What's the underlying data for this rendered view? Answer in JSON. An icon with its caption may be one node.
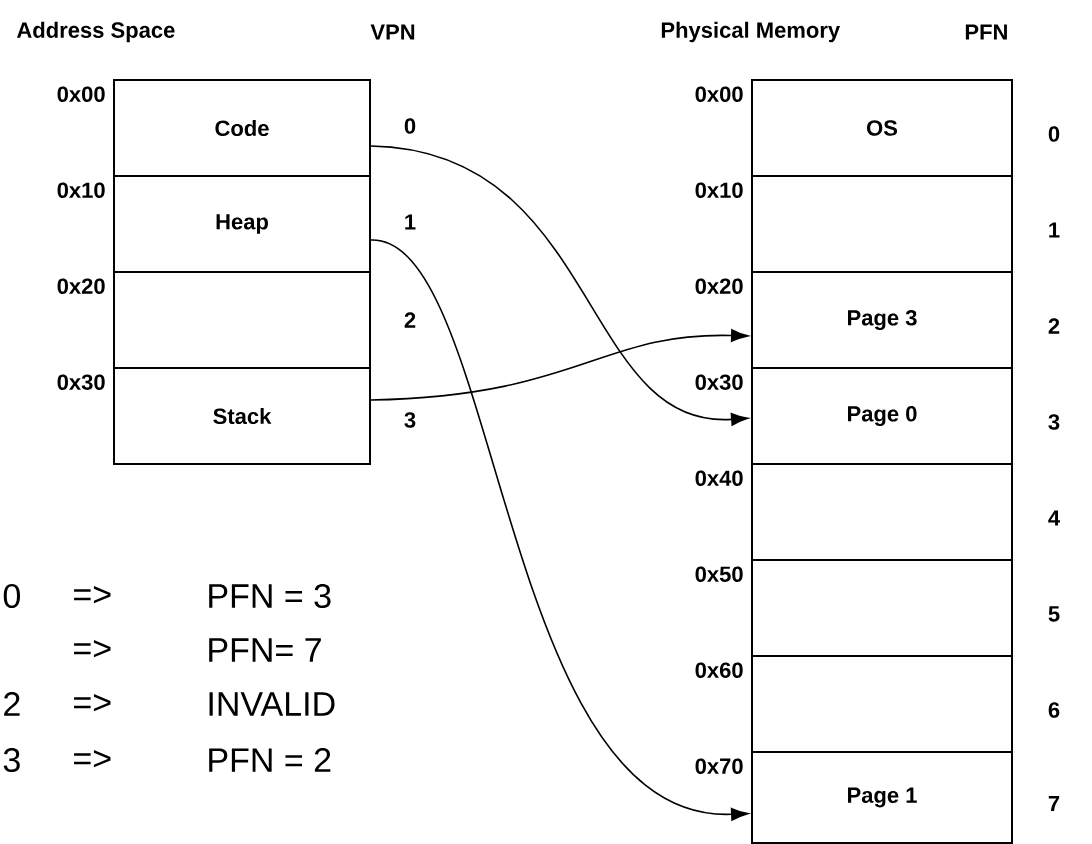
{
  "diagram": {
    "nodes": [
      {
        "text": [
          "Code"
        ],
        "beside": [
          "0x00",
          "0"
        ]
      },
      {
        "text": [
          "Heap"
        ],
        "beside": [
          "0x10",
          "1"
        ]
      },
      {
        "text": [],
        "shape": "box",
        "beside": [
          "0x20",
          "2"
        ]
      },
      {
        "text": [
          "Stack"
        ],
        "beside": [
          "0x30",
          "3"
        ]
      },
      {
        "text": [
          "OS"
        ],
        "beside": [
          "0x00",
          "0"
        ]
      },
      {
        "text": [],
        "shape": "box",
        "beside": [
          "0x10",
          "1"
        ]
      },
      {
        "text": [
          "Page 3"
        ],
        "beside": [
          "0x20",
          "2"
        ]
      },
      {
        "text": [
          "Page 0"
        ],
        "beside": [
          "0x30",
          "3"
        ]
      },
      {
        "text": [],
        "shape": "box",
        "beside": [
          "0x40",
          "4"
        ]
      },
      {
        "text": [],
        "shape": "box",
        "beside": [
          "0x50",
          "5"
        ]
      },
      {
        "text": [],
        "shape": "box",
        "beside": [
          "0x60",
          "6"
        ]
      },
      {
        "text": [
          "Page 1"
        ],
        "beside": [
          "0x70",
          "7"
        ]
      }
    ],
    "edges": [
      {
        "from": 0,
        "to": 7,
        "arrow": "to"
      },
      {
        "from": 1,
        "to": 11,
        "arrow": "to"
      },
      {
        "from": 3,
        "to": 6,
        "arrow": "to"
      }
    ],
    "labels": [
      "Address Space",
      "VPN",
      "Physical Memory",
      "PFN",
      "0",
      "=>",
      "PFN = 3",
      "=>",
      "PFN= 7",
      "2",
      "=>",
      "INVALID",
      "3",
      "=>",
      "PFN = 2"
    ]
  }
}
